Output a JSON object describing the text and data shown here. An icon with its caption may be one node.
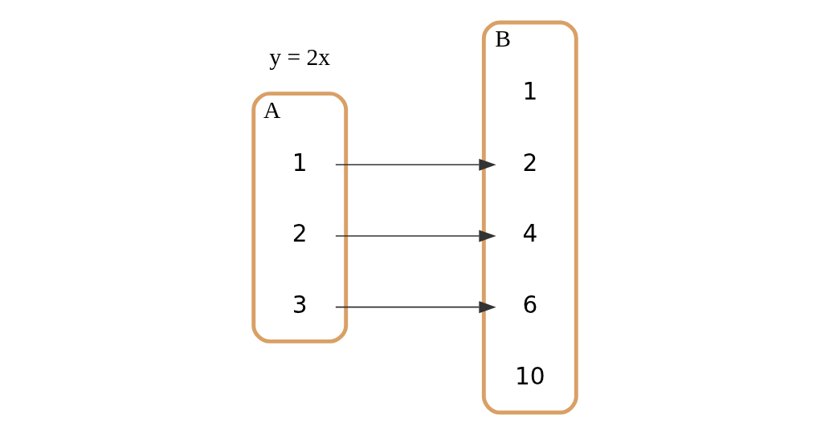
{
  "diagram": {
    "nodes": [
      {
        "text": [
          "A"
        ]
      },
      {
        "text": [
          "1"
        ],
        "in": 0
      },
      {
        "text": [
          "2"
        ],
        "in": 0
      },
      {
        "text": [
          "3"
        ],
        "in": 0
      },
      {
        "text": [
          "B"
        ]
      },
      {
        "text": [
          "1"
        ],
        "in": 4
      },
      {
        "text": [
          "2"
        ],
        "in": 4
      },
      {
        "text": [
          "4"
        ],
        "in": 4
      },
      {
        "text": [
          "6"
        ],
        "in": 4
      },
      {
        "text": [
          "10"
        ],
        "in": 4
      }
    ],
    "edges": [
      {
        "from": 1,
        "to": 6,
        "arrow": "to"
      },
      {
        "from": 2,
        "to": 7,
        "arrow": "to"
      },
      {
        "from": 3,
        "to": 8,
        "arrow": "to"
      }
    ],
    "labels": [
      "y = 2x"
    ]
  }
}
